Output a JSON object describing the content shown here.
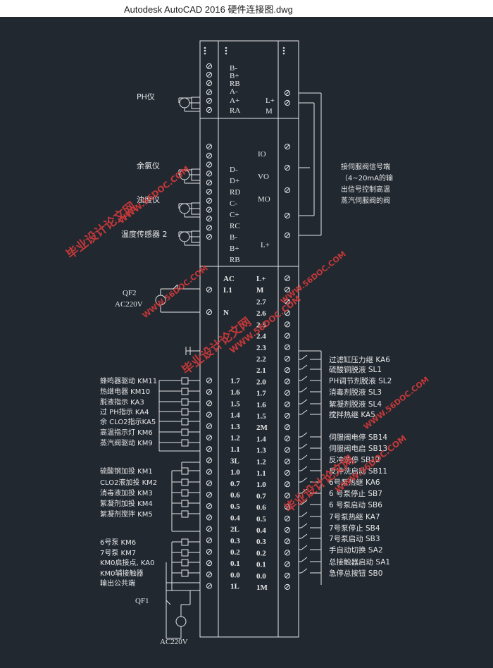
{
  "window": {
    "title": "Autodesk AutoCAD 2016    硬件连接图.dwg"
  },
  "colors": {
    "background": "#212830",
    "line": "#e6e6e6",
    "text": "#e6e6e6",
    "watermark": "#d43a3a"
  },
  "devices": {
    "ph_meter": "PH仪",
    "chlorine_meter": "余氯仪",
    "conductivity_meter": "浊度仪",
    "temp_sensor": "温度传感器 2",
    "breaker_top": "QF2",
    "breaker_top_volt": "AC220V",
    "breaker_bottom": "QF1",
    "breaker_bottom_volt": "AC220V"
  },
  "module_a": {
    "left": [
      "B-",
      "B+",
      "RB",
      "A-",
      "A+",
      "RA"
    ],
    "right": [
      "L+",
      "M"
    ]
  },
  "module_b": {
    "left": [
      "D-",
      "D+",
      "RD",
      "C-",
      "C+",
      "RC",
      "B-",
      "B+",
      "RB"
    ],
    "right": [
      "IO",
      "VO",
      "MO",
      "L+"
    ]
  },
  "analog_note": [
    "接伺服阀信号端",
    "（4~20mA的输",
    "出信号控制高温",
    "蒸汽伺服阀的阀"
  ],
  "cpu": {
    "power_left": [
      "AC",
      "L1",
      "N"
    ],
    "power_right": [
      "L+",
      "M"
    ],
    "output_terms": [
      "1.7",
      "1.6",
      "1.5",
      "1.4",
      "1.3",
      "1.2",
      "1.1",
      "3L",
      "1.0",
      "0.7",
      "0.6",
      "0.5",
      "0.4",
      "2L",
      "0.3",
      "0.2",
      "0.1",
      "0.0",
      "1L"
    ],
    "input_terms": [
      "2.7",
      "2.6",
      "2.5",
      "2.4",
      "2.3",
      "2.2",
      "2.1",
      "2.0",
      "1.7",
      "1.6",
      "1.5",
      "2M",
      "1.4",
      "1.3",
      "1.2",
      "1.1",
      "1.0",
      "0.7",
      "0.6",
      "0.5",
      "0.4",
      "0.3",
      "0.2",
      "0.1",
      "0.0",
      "1M"
    ]
  },
  "outputs": [
    "蜂鸣器驱动 KM11",
    "热继电器 KM10",
    "脱液指示 KA3",
    "过 PH指示 KA4",
    "余 CLO2指示KA5",
    "高温指示灯 KM6",
    "蒸汽阀驱动 KM9",
    "硫酸钢加投 KM1",
    "CLO2液加投 KM2",
    "消毒液加投 KM3",
    "絮凝剂加投 KM4",
    "絮凝剂搅拌 KM5",
    "6号泵 KM6",
    "7号泵 KM7",
    "KM0启接点, KA0",
    "KM0辅接触器",
    "输出公共端"
  ],
  "inputs": [
    "过滤缸压力继 KA6",
    "硫酸铜脱液 SL1",
    "PH调节剂脱液 SL2",
    "消毒剂脱液 SL3",
    "絮凝剂脱液 SL4",
    "搅拌热继 KA5",
    "伺服阀电停 SB14",
    "伺服阀电启 SB13",
    "反冲洗停 SB12",
    "反冲洗启动 SB11",
    "6号泵热继 KA6",
    "6 号泵停止 SB7",
    "6 号泵启动 SB6",
    "7号泵热继 KA7",
    "7号泵停止 SB4",
    "7号泵启动 SB3",
    "手自动切换 SA2",
    "总接触器启动 SA1",
    "急停总按钮 SB0"
  ],
  "watermarks": [
    "毕业设计论文网",
    "WWW.56DOC.COM"
  ]
}
